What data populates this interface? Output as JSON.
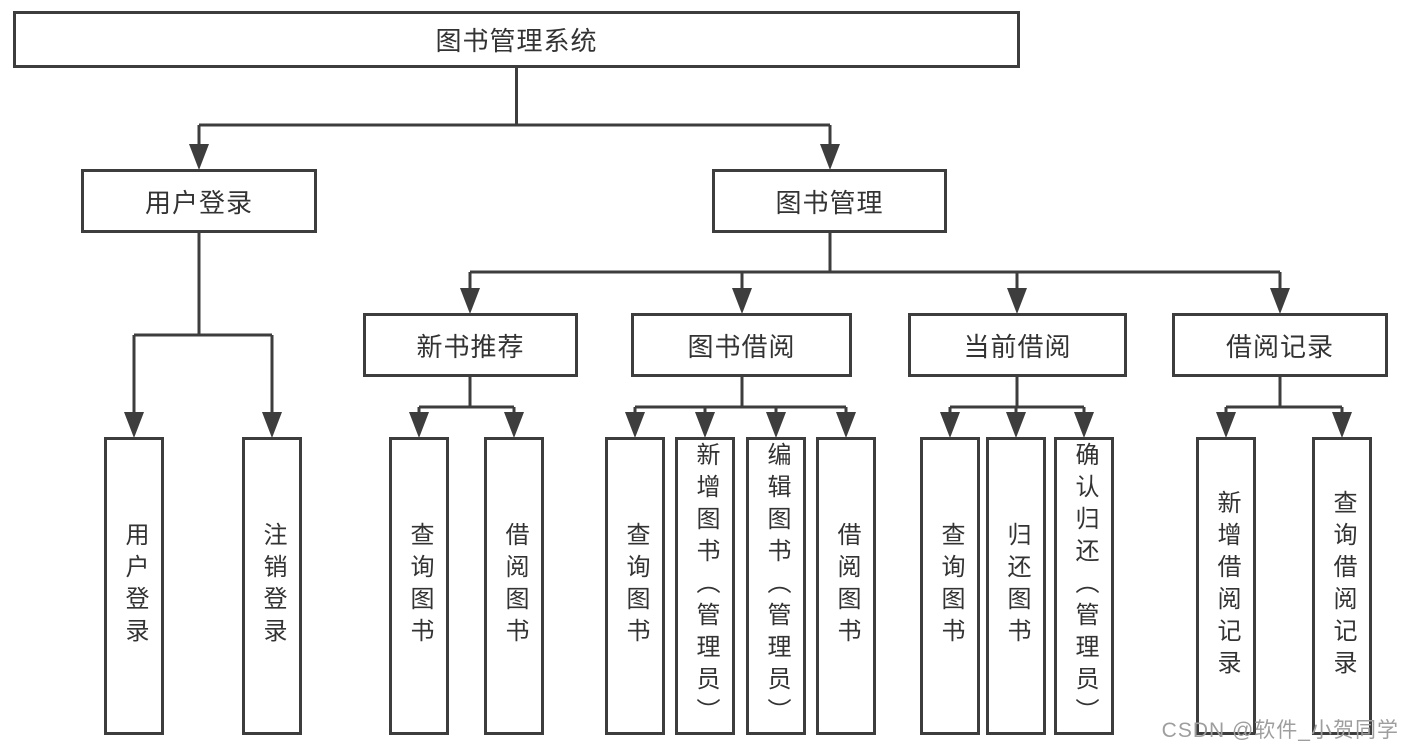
{
  "tree": {
    "root": {
      "label": "图书管理系统"
    },
    "level1": [
      {
        "label": "用户登录",
        "children": [
          {
            "label": "用户登录"
          },
          {
            "label": "注销登录"
          }
        ]
      },
      {
        "label": "图书管理",
        "children": [
          {
            "label": "新书推荐",
            "children": [
              {
                "label": "查询图书"
              },
              {
                "label": "借阅图书"
              }
            ]
          },
          {
            "label": "图书借阅",
            "children": [
              {
                "label": "查询图书"
              },
              {
                "label": "新增图书（管理员）"
              },
              {
                "label": "编辑图书（管理员）"
              },
              {
                "label": "借阅图书"
              }
            ]
          },
          {
            "label": "当前借阅",
            "children": [
              {
                "label": "查询图书"
              },
              {
                "label": "归还图书"
              },
              {
                "label": "确认归还（管理员）"
              }
            ]
          },
          {
            "label": "借阅记录",
            "children": [
              {
                "label": "新增借阅记录"
              },
              {
                "label": "查询借阅记录"
              }
            ]
          }
        ]
      }
    ]
  },
  "watermark": "CSDN @软件_小贺同学",
  "colors": {
    "line": "#3d3d3d",
    "text": "#333333",
    "watermark": "#9e9e9e",
    "background": "#ffffff"
  }
}
